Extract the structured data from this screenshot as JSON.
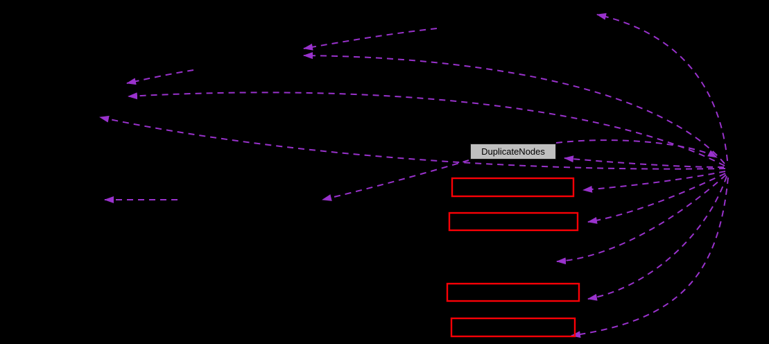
{
  "colors": {
    "background": "#000000",
    "edge": "#9932cc",
    "main_node_fill": "#bfbfbf",
    "main_node_text": "#000000",
    "truncated_border": "#fb0006"
  },
  "graph": {
    "type": "collaboration-graph",
    "main_node": {
      "label": "DuplicateNodes"
    },
    "truncated_node_count": 4,
    "edge_style": "dashed",
    "edge_count": 15
  }
}
